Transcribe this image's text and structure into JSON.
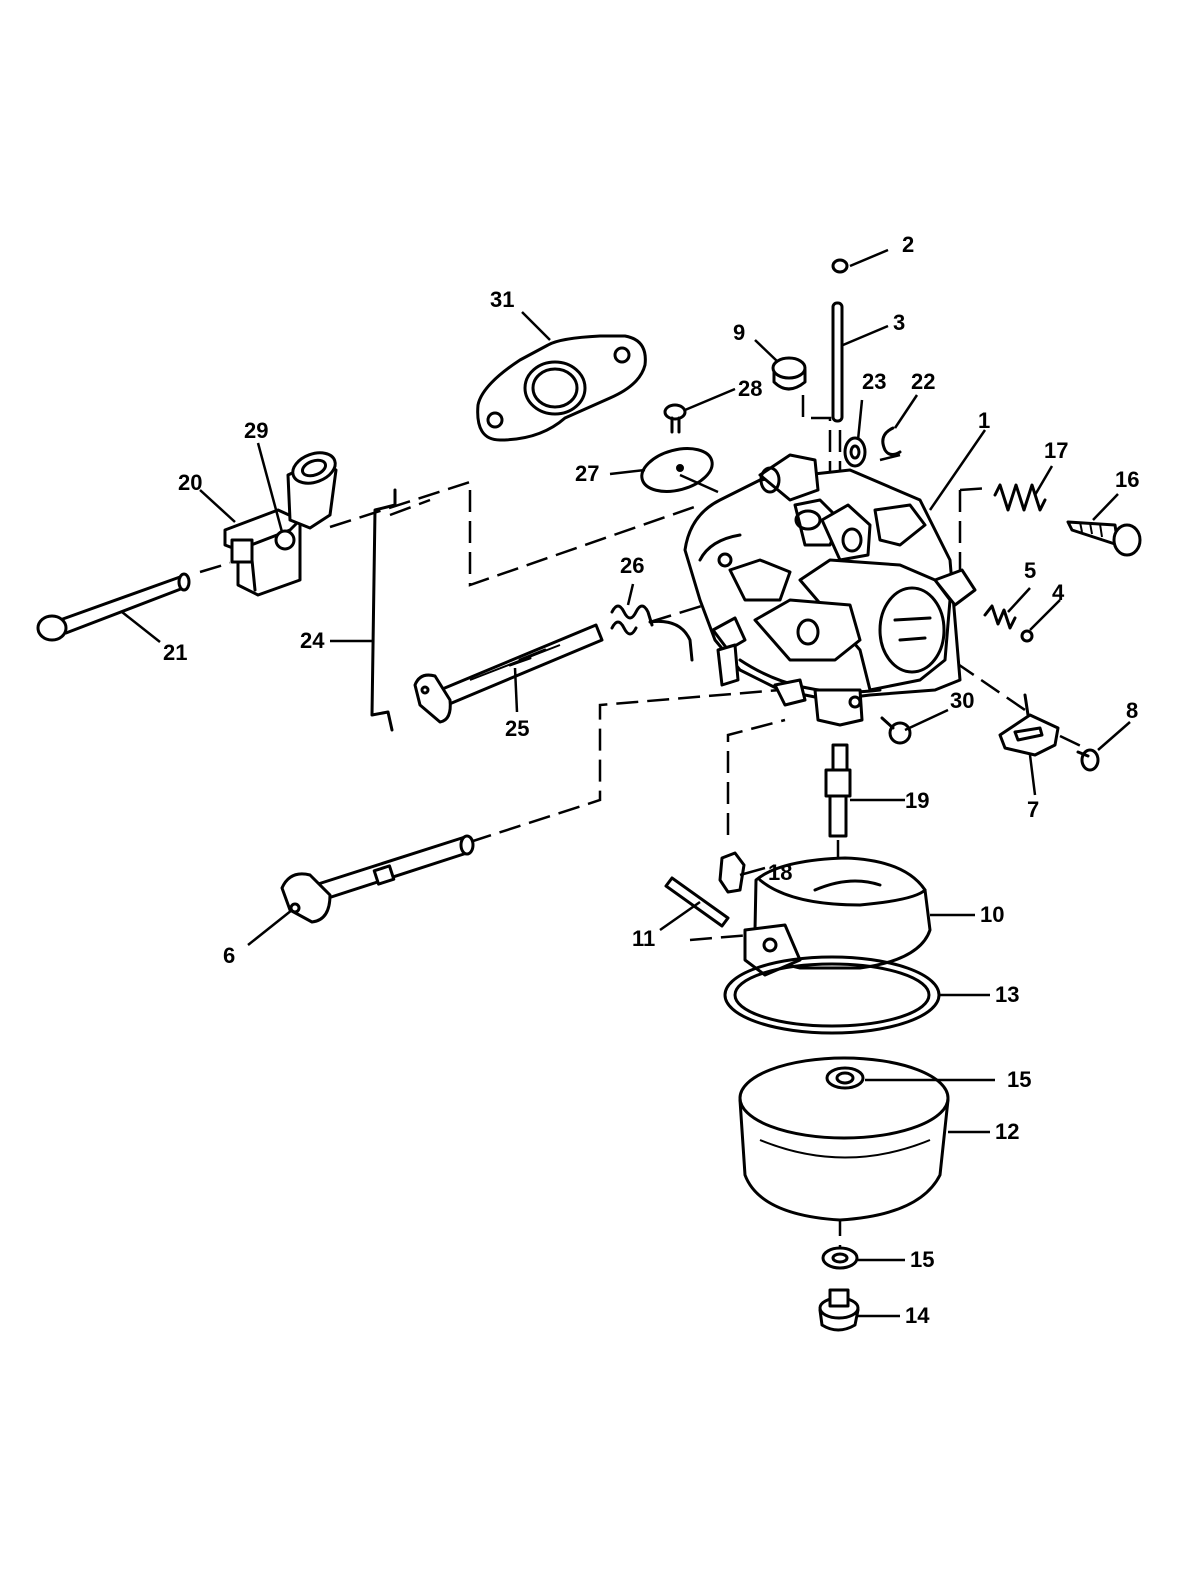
{
  "callouts": [
    {
      "id": "1",
      "label": "1"
    },
    {
      "id": "2",
      "label": "2"
    },
    {
      "id": "3",
      "label": "3"
    },
    {
      "id": "4",
      "label": "4"
    },
    {
      "id": "5",
      "label": "5"
    },
    {
      "id": "6",
      "label": "6"
    },
    {
      "id": "7",
      "label": "7"
    },
    {
      "id": "8",
      "label": "8"
    },
    {
      "id": "9",
      "label": "9"
    },
    {
      "id": "10",
      "label": "10"
    },
    {
      "id": "11",
      "label": "11"
    },
    {
      "id": "12",
      "label": "12"
    },
    {
      "id": "13",
      "label": "13"
    },
    {
      "id": "14",
      "label": "14"
    },
    {
      "id": "15a",
      "label": "15"
    },
    {
      "id": "15b",
      "label": "15"
    },
    {
      "id": "16",
      "label": "16"
    },
    {
      "id": "17",
      "label": "17"
    },
    {
      "id": "18",
      "label": "18"
    },
    {
      "id": "19",
      "label": "19"
    },
    {
      "id": "20",
      "label": "20"
    },
    {
      "id": "21",
      "label": "21"
    },
    {
      "id": "22",
      "label": "22"
    },
    {
      "id": "23",
      "label": "23"
    },
    {
      "id": "24",
      "label": "24"
    },
    {
      "id": "25",
      "label": "25"
    },
    {
      "id": "26",
      "label": "26"
    },
    {
      "id": "27",
      "label": "27"
    },
    {
      "id": "28",
      "label": "28"
    },
    {
      "id": "29",
      "label": "29"
    },
    {
      "id": "30",
      "label": "30"
    },
    {
      "id": "31",
      "label": "31"
    }
  ]
}
